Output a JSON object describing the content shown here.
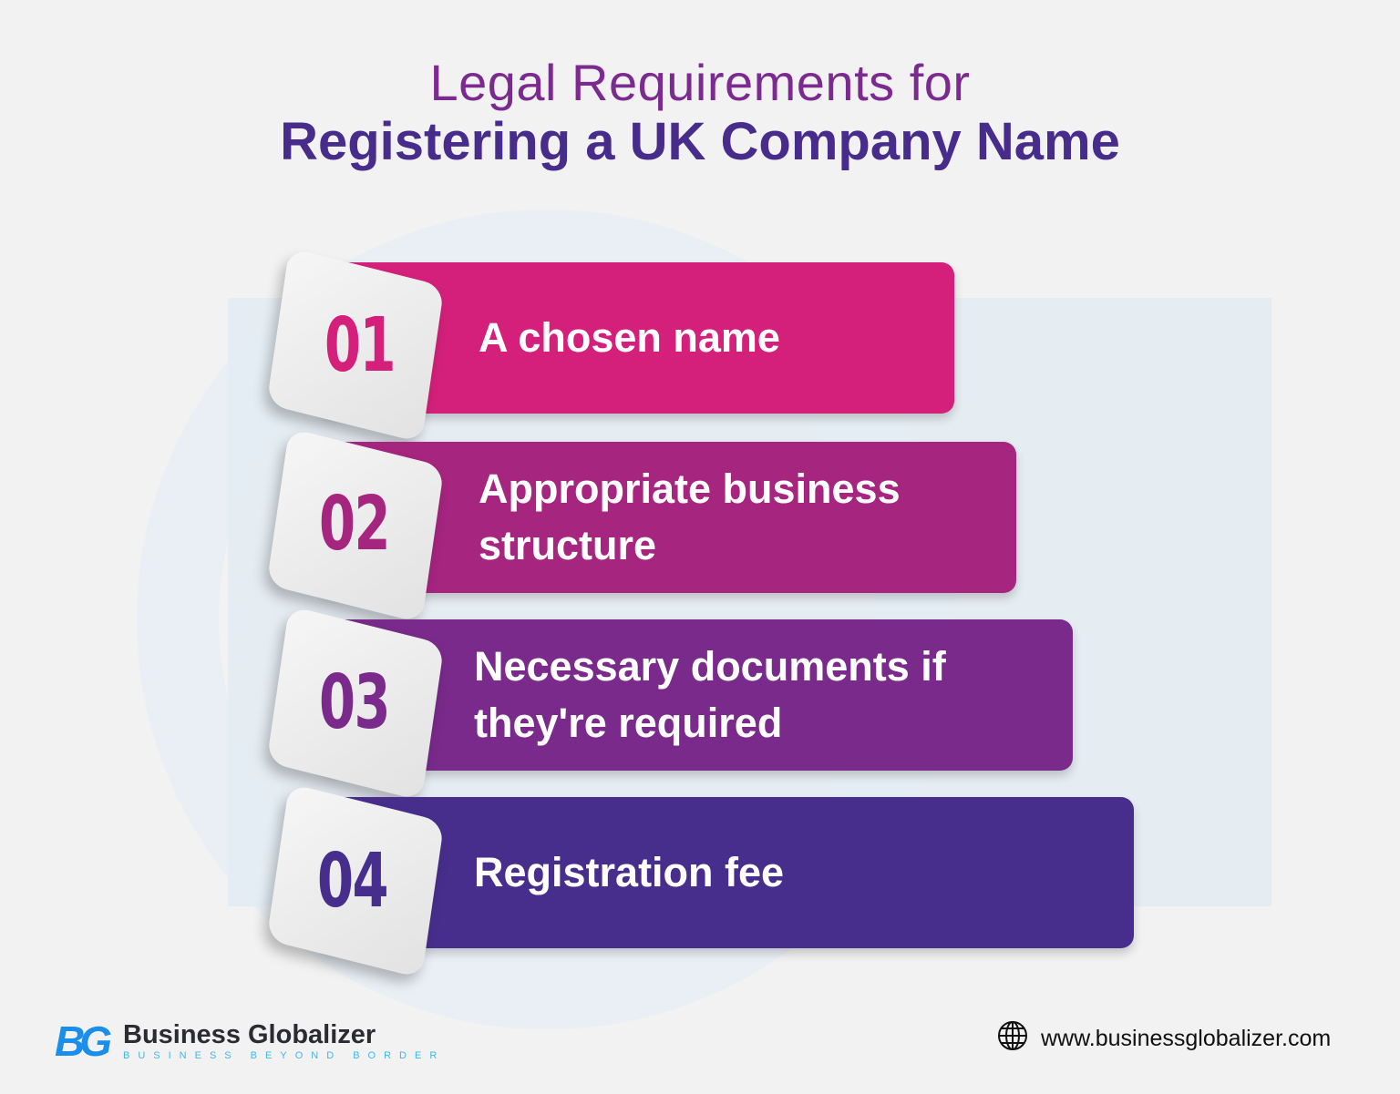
{
  "title": {
    "line1": "Legal Requirements for",
    "line2": "Registering a UK Company Name"
  },
  "steps": [
    {
      "number": "01",
      "label": "A chosen name",
      "color": "#d4207a"
    },
    {
      "number": "02",
      "label": "Appropriate business structure",
      "color": "#a5257f"
    },
    {
      "number": "03",
      "label": "Necessary documents if they're required",
      "color": "#792a8a"
    },
    {
      "number": "04",
      "label": "Registration fee",
      "color": "#472e8d"
    }
  ],
  "footer": {
    "logo_mark": "BG",
    "brand_name": "Business Globalizer",
    "tagline": "BUSINESS BEYOND BORDER",
    "website": "www.businessglobalizer.com",
    "website_icon": "globe-icon"
  },
  "colors": {
    "background": "#f2f2f2",
    "title_line1": "#7b2a8f",
    "title_line2": "#472c8c",
    "brand_blue": "#1a8ee8"
  }
}
